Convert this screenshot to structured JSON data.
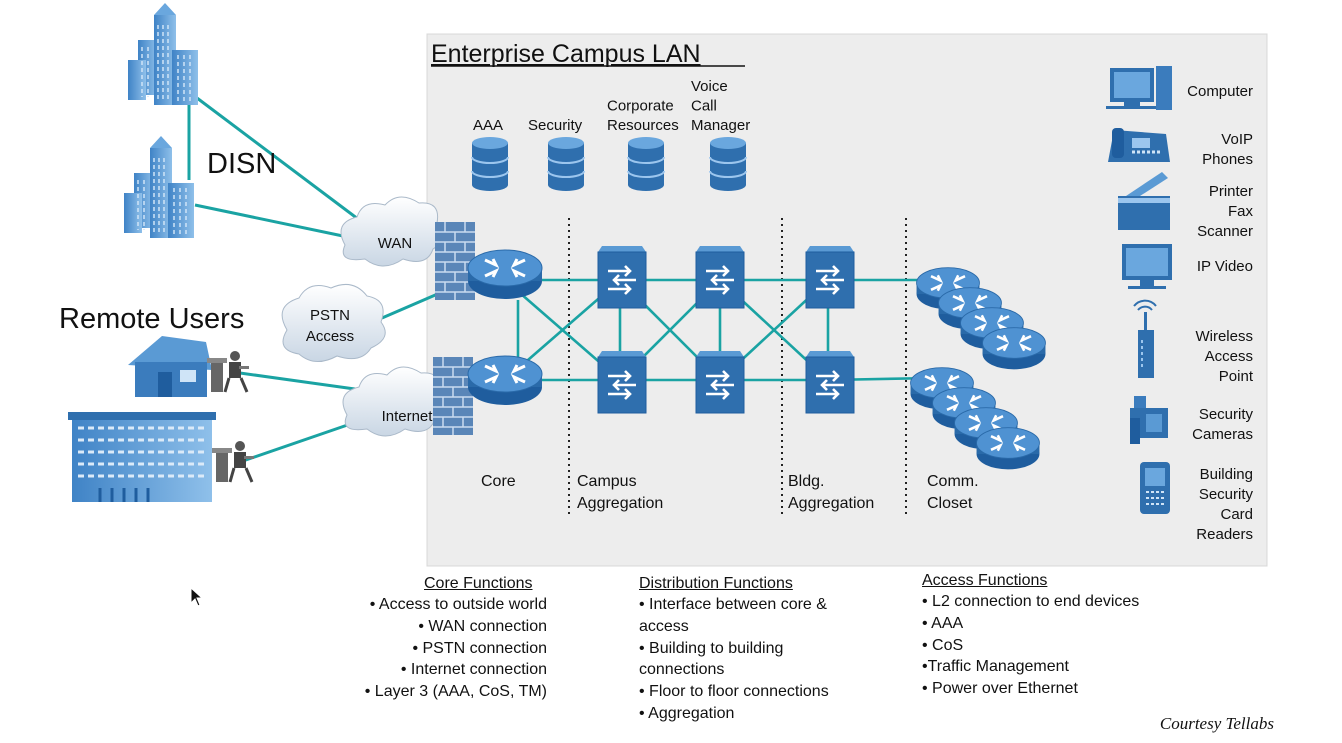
{
  "title": "Enterprise Campus LAN",
  "external": {
    "disn": "DISN",
    "remote_users": "Remote Users",
    "clouds": [
      {
        "key": "wan",
        "lines": [
          "WAN"
        ]
      },
      {
        "key": "pstn",
        "lines": [
          "PSTN",
          "Access"
        ]
      },
      {
        "key": "internet",
        "lines": [
          "Internet"
        ]
      }
    ]
  },
  "servers": [
    {
      "key": "aaa",
      "lines": [
        "AAA"
      ]
    },
    {
      "key": "security",
      "lines": [
        "Security"
      ]
    },
    {
      "key": "corporate",
      "lines": [
        "Corporate",
        "Resources"
      ]
    },
    {
      "key": "voice",
      "lines": [
        "Voice",
        "Call",
        "Manager"
      ]
    }
  ],
  "layers": [
    {
      "key": "core",
      "lines": [
        "Core"
      ]
    },
    {
      "key": "campus",
      "lines": [
        "Campus",
        "Aggregation"
      ]
    },
    {
      "key": "bldg",
      "lines": [
        "Bldg.",
        "Aggregation"
      ]
    },
    {
      "key": "comm",
      "lines": [
        "Comm.",
        "Closet"
      ]
    }
  ],
  "legend": [
    {
      "key": "computer",
      "icon": "computer-icon",
      "lines": [
        "Computer"
      ]
    },
    {
      "key": "voip",
      "icon": "voip-phone-icon",
      "lines": [
        "VoIP",
        "Phones"
      ]
    },
    {
      "key": "printer",
      "icon": "printer-icon",
      "lines": [
        "Printer",
        "Fax",
        "Scanner"
      ]
    },
    {
      "key": "ipvideo",
      "icon": "ip-video-icon",
      "lines": [
        "IP Video"
      ]
    },
    {
      "key": "wireless",
      "icon": "wireless-ap-icon",
      "lines": [
        "Wireless",
        "Access",
        "Point"
      ]
    },
    {
      "key": "camera",
      "icon": "security-camera-icon",
      "lines": [
        "Security",
        "Cameras"
      ]
    },
    {
      "key": "card",
      "icon": "card-reader-icon",
      "lines": [
        "Building",
        "Security",
        "Card",
        "Readers"
      ]
    }
  ],
  "functions": {
    "core": {
      "title": "Core Functions",
      "items": [
        "• Access to outside world",
        "• WAN connection",
        "• PSTN connection",
        "• Internet connection",
        "• Layer 3 (AAA, CoS, TM)"
      ]
    },
    "distribution": {
      "title": "Distribution Functions",
      "items": [
        "• Interface between core &",
        "access",
        "• Building to building",
        "connections",
        "• Floor to floor connections",
        "• Aggregation"
      ]
    },
    "access": {
      "title": "Access Functions",
      "items": [
        "• L2 connection to end devices",
        "• AAA",
        "• CoS",
        "•Traffic Management",
        "• Power over Ethernet"
      ]
    }
  },
  "credit": "Courtesy Tellabs",
  "colors": {
    "link": "#1aa3a3",
    "device": "#2f6fae",
    "device_light": "#5a9ad4",
    "panel": "#ededed"
  }
}
